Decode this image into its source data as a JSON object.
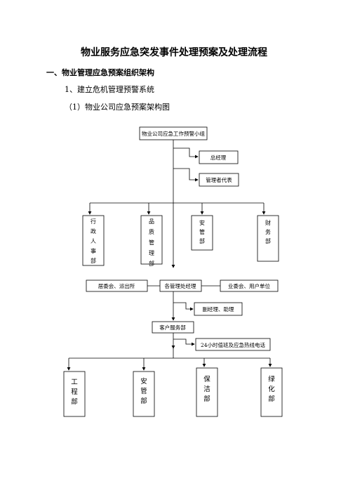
{
  "doc": {
    "title": "物业服务应急突发事件处理预案及处理流程",
    "section1": "一、物业管理应急预案组织架构",
    "item1": "1、建立危机管理预警系统",
    "item1_1": "（1）物业公司应急预案架构图"
  },
  "orgchart": {
    "top": "物业公司应急工作预警小组",
    "general_manager": "总经理",
    "mgmt_rep": "管理者代表",
    "dept_admin": "行政人事部",
    "dept_quality": "品质管理部",
    "dept_security": "安管部",
    "dept_finance": "财务部",
    "left_partner": "居委会、派出所",
    "office": "各管理处经理",
    "right_partner": "业委会、用户单位",
    "deputy": "副经理、助理",
    "customer_service": "客户服务部",
    "hotline": "24小时值班及应急热线电话",
    "dept_engineering": "工程部",
    "dept_security2": "安管部",
    "dept_cleaning": "保洁部",
    "dept_greening": "绿化部"
  }
}
